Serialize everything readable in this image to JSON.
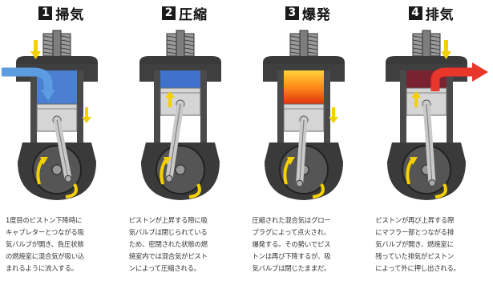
{
  "panels": [
    {
      "number": "1",
      "title": "掃気",
      "caption": "1度目のピストン下降時に\nキャブレターとつながる吸\n気バルブが開き、負圧状態\nの燃焼室に混合気が吸い込\nまれるように流入する。",
      "chamber_color": "#4a7fd1",
      "flow": "intake"
    },
    {
      "number": "2",
      "title": "圧縮",
      "caption": "ピストンが上昇する際に吸\n気バルブは閉じられている\nため、密閉された状態の燃\n焼室内では混合気がピスト\nンによって圧縮される。",
      "chamber_color": "#3f72cc",
      "flow": "none"
    },
    {
      "number": "3",
      "title": "爆発",
      "caption": "圧縮された混合気はグロー\nプラグによって点火され、\n爆発する。その勢いでピス\nトンは再び下降するが、吸\n気バルブは閉じたままだ。",
      "chamber_color": "#f27a1a",
      "flow": "none"
    },
    {
      "number": "4",
      "title": "排気",
      "caption": "ピストンが再び上昇する際\nにマフラー部とつながる排\n気バルブが開き、燃焼室に\n残っていた排気がピストン\nによって外に押し出される。",
      "chamber_color": "#7a2230",
      "flow": "exhaust"
    }
  ]
}
